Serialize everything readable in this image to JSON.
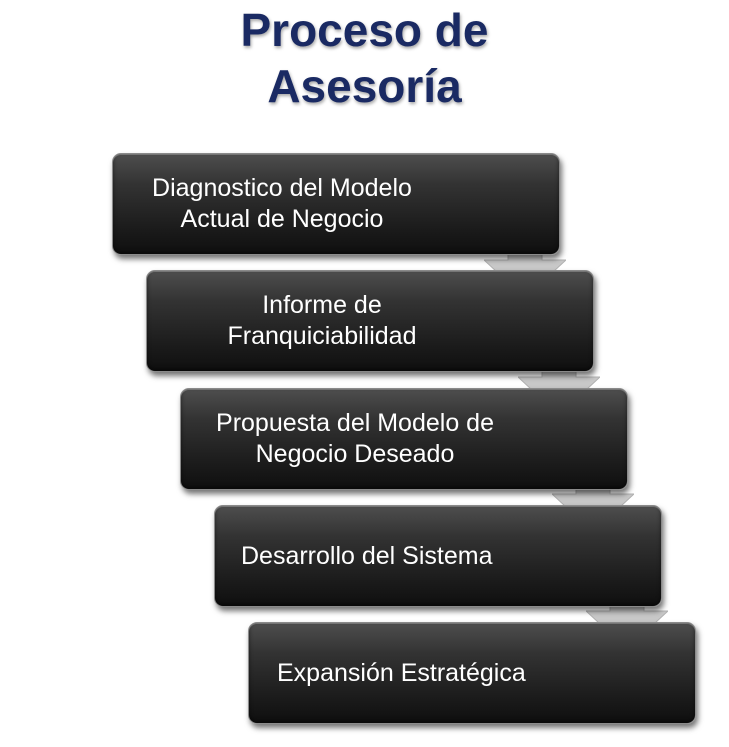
{
  "title": {
    "line1": "Proceso de",
    "line2": "Asesoría"
  },
  "steps": [
    {
      "line1": "Diagnostico del Modelo",
      "line2": "Actual de Negocio"
    },
    {
      "line1": "Informe de",
      "line2": "Franquiciabilidad"
    },
    {
      "line1": "Propuesta del Modelo de",
      "line2": "Negocio Deseado"
    },
    {
      "line1": "Desarrollo del Sistema",
      "line2": ""
    },
    {
      "line1": "Expansión Estratégica",
      "line2": ""
    }
  ],
  "colors": {
    "title": "#1a2a63",
    "box_fill": "#2a2a2a",
    "arrow": "#c8c8c8",
    "text": "#ffffff"
  }
}
